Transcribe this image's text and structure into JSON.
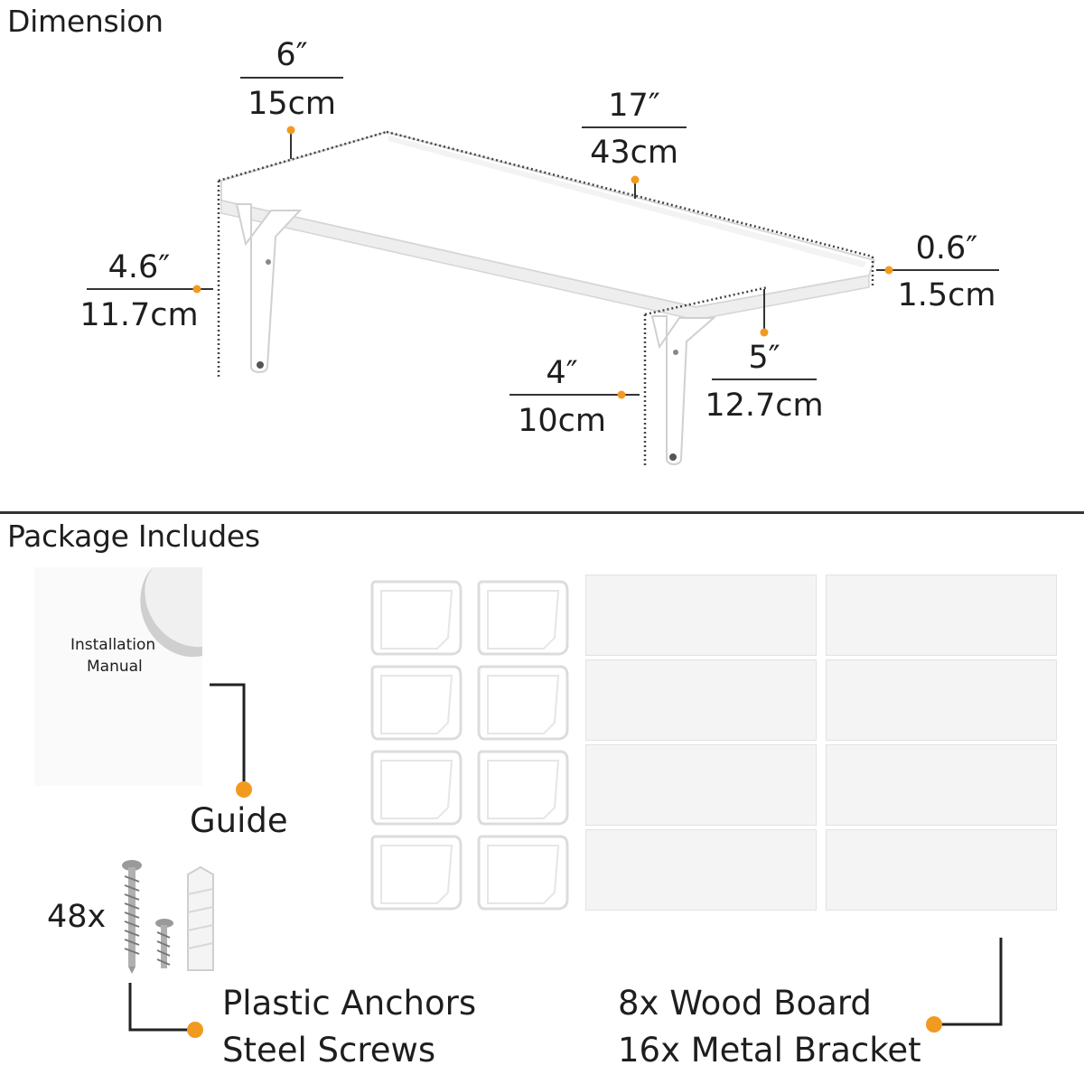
{
  "dimension": {
    "title": "Dimension",
    "depth": {
      "in": "6″",
      "cm": "15cm"
    },
    "length": {
      "in": "17″",
      "cm": "43cm"
    },
    "thickness": {
      "in": "0.6″",
      "cm": "1.5cm"
    },
    "bracket_height": {
      "in": "4.6″",
      "cm": "11.7cm"
    },
    "bracket_inner_height": {
      "in": "4″",
      "cm": "10cm"
    },
    "bracket_depth": {
      "in": "5″",
      "cm": "12.7cm"
    }
  },
  "package": {
    "title": "Package Includes",
    "manual_text_line1": "Installation",
    "manual_text_line2": "Manual",
    "guide_label": "Guide",
    "screws_count": "48x",
    "anchors_label": "Plastic Anchors",
    "screws_label": "Steel Screws",
    "boards_label": "8x Wood Board",
    "brackets_label": "16x Metal Bracket"
  },
  "colors": {
    "accent": "#f29a1f",
    "text": "#1e1e1e",
    "shelf": "#ffffff",
    "shelf_shadow": "#e6e6e6"
  }
}
